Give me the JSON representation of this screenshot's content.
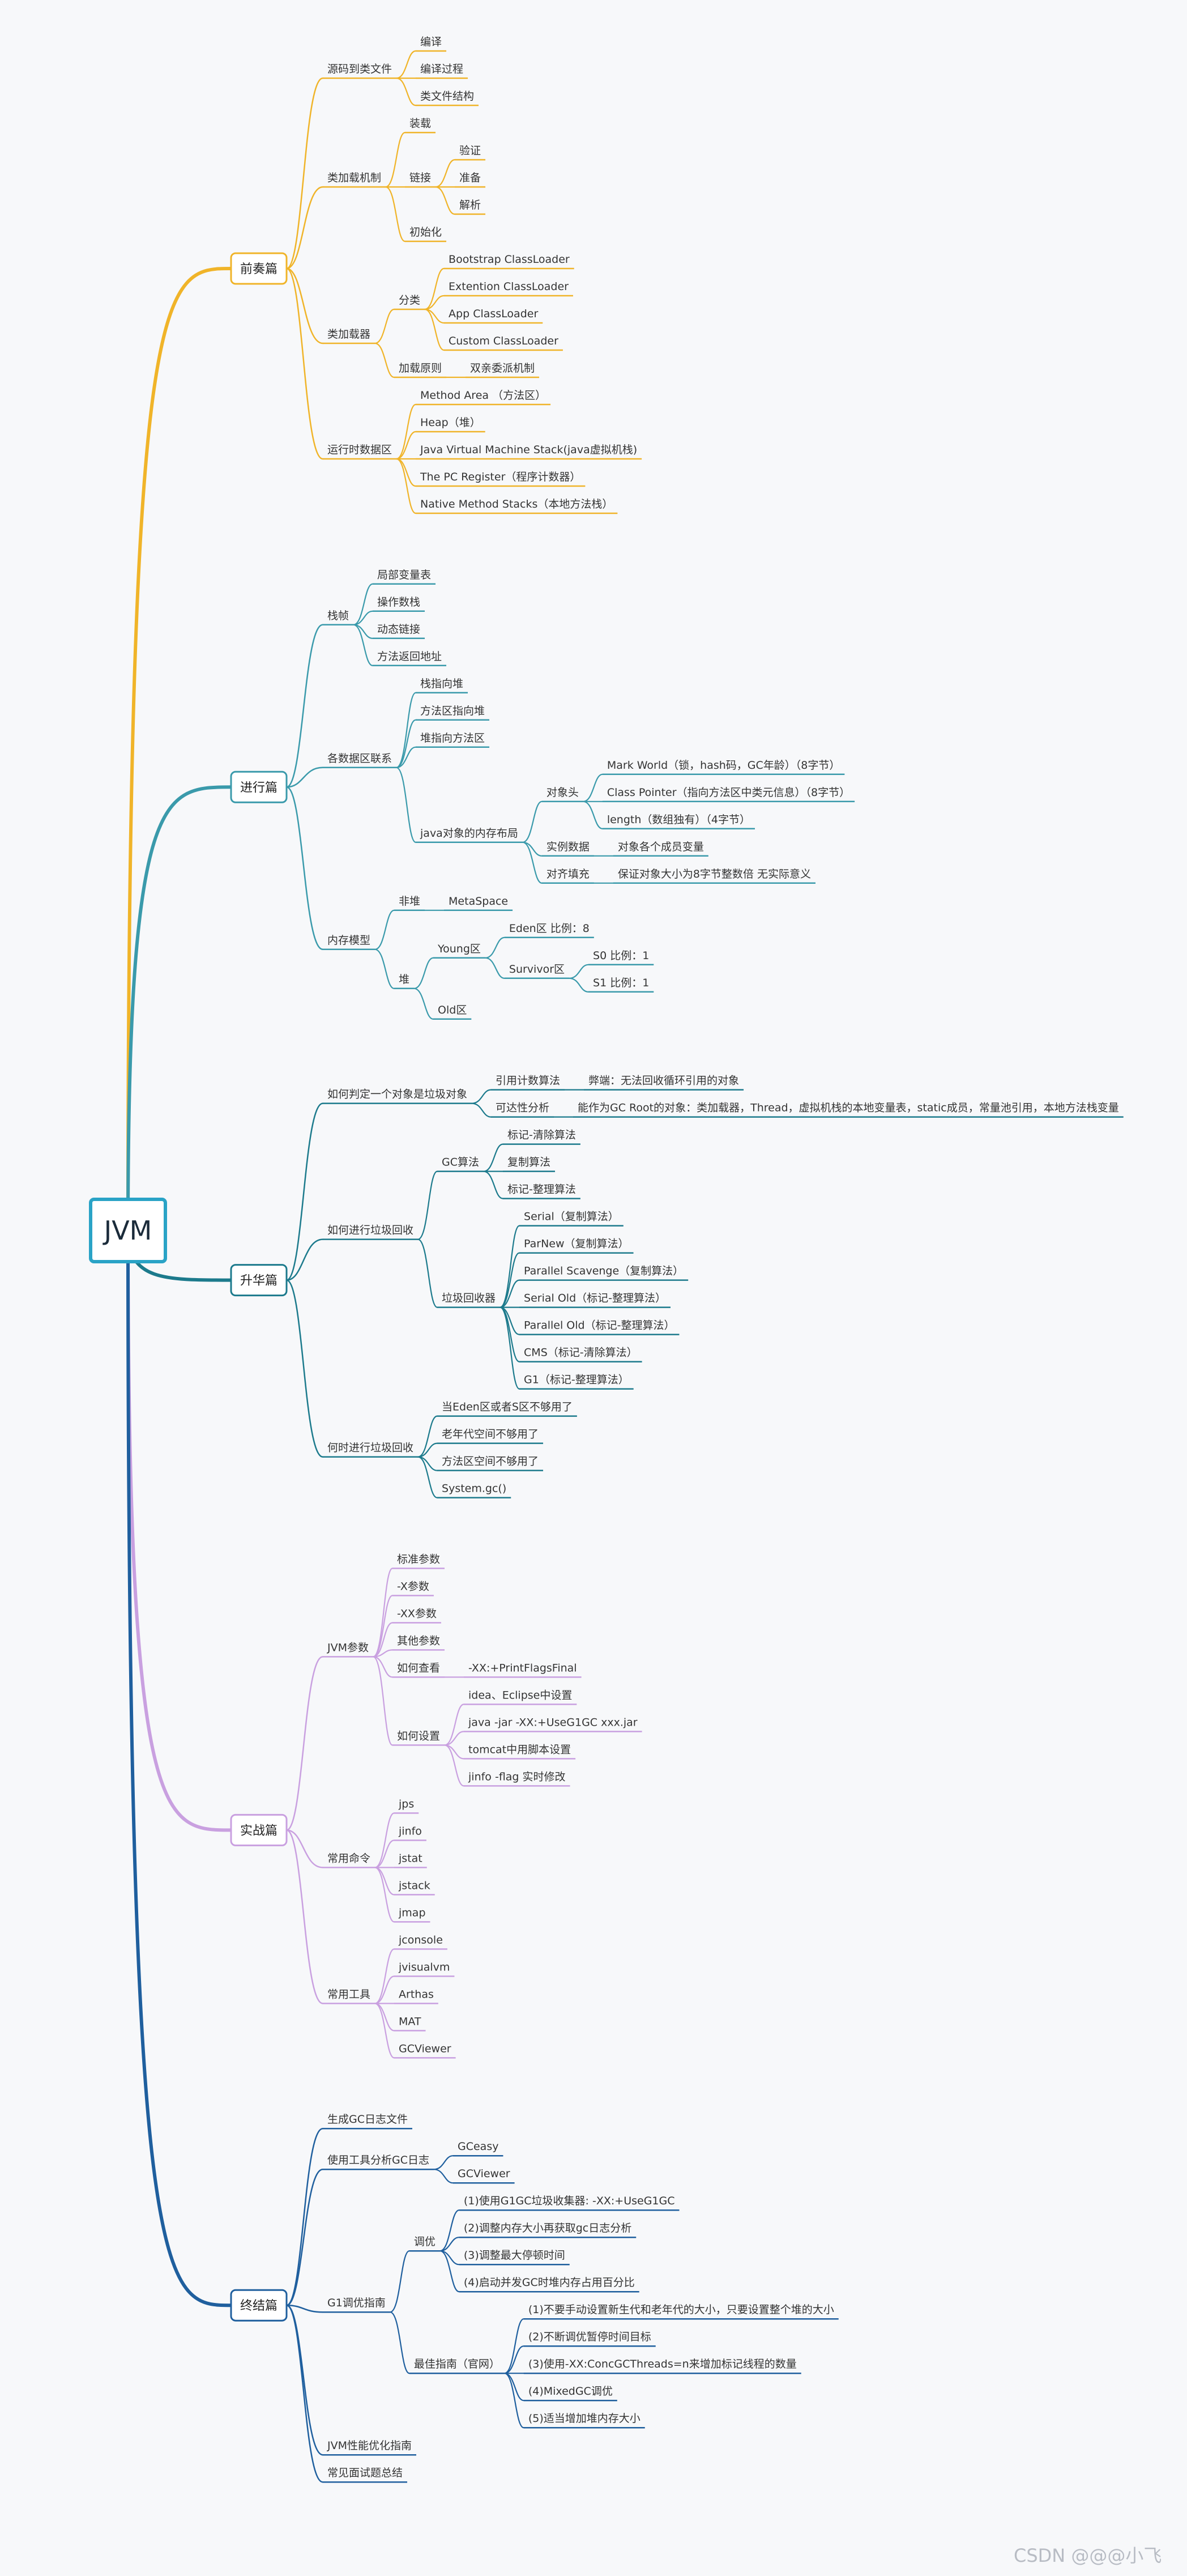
{
  "colors": {
    "root": "#2aa3c6",
    "branches": [
      "#f0b429",
      "#3a9aab",
      "#1c7a8c",
      "#c9a0e0",
      "#1f5f9e"
    ]
  },
  "root": "JVM",
  "branches": [
    {
      "label": "前奏篇",
      "children": [
        {
          "label": "源码到类文件",
          "children": [
            {
              "label": "编译"
            },
            {
              "label": "编译过程"
            },
            {
              "label": "类文件结构"
            }
          ]
        },
        {
          "label": "类加载机制",
          "children": [
            {
              "label": "装载"
            },
            {
              "label": "链接",
              "children": [
                {
                  "label": "验证"
                },
                {
                  "label": "准备"
                },
                {
                  "label": "解析"
                }
              ]
            },
            {
              "label": "初始化"
            }
          ]
        },
        {
          "label": "类加载器",
          "children": [
            {
              "label": "分类",
              "children": [
                {
                  "label": "Bootstrap ClassLoader"
                },
                {
                  "label": "Extention ClassLoader"
                },
                {
                  "label": "App ClassLoader"
                },
                {
                  "label": "Custom ClassLoader"
                }
              ]
            },
            {
              "label": "加载原则",
              "children": [
                {
                  "label": "双亲委派机制"
                }
              ]
            }
          ]
        },
        {
          "label": "运行时数据区",
          "children": [
            {
              "label": "Method Area （方法区）"
            },
            {
              "label": "Heap（堆）"
            },
            {
              "label": "Java Virtual Machine Stack(java虚拟机栈)"
            },
            {
              "label": "The PC Register（程序计数器）"
            },
            {
              "label": "Native Method Stacks（本地方法栈）"
            }
          ]
        }
      ]
    },
    {
      "label": "进行篇",
      "children": [
        {
          "label": "栈帧",
          "children": [
            {
              "label": "局部变量表"
            },
            {
              "label": "操作数栈"
            },
            {
              "label": "动态链接"
            },
            {
              "label": "方法返回地址"
            }
          ]
        },
        {
          "label": "各数据区联系",
          "children": [
            {
              "label": "栈指向堆"
            },
            {
              "label": "方法区指向堆"
            },
            {
              "label": "堆指向方法区"
            },
            {
              "label": "java对象的内存布局",
              "children": [
                {
                  "label": "对象头",
                  "children": [
                    {
                      "label": "Mark World（锁，hash码，GC年龄）（8字节）"
                    },
                    {
                      "label": "Class Pointer（指向方法区中类元信息）（8字节）"
                    },
                    {
                      "label": "length（数组独有）（4字节）"
                    }
                  ]
                },
                {
                  "label": "实例数据",
                  "children": [
                    {
                      "label": "对象各个成员变量"
                    }
                  ]
                },
                {
                  "label": "对齐填充",
                  "children": [
                    {
                      "label": "保证对象大小为8字节整数倍 无实际意义"
                    }
                  ]
                }
              ]
            }
          ]
        },
        {
          "label": "内存模型",
          "children": [
            {
              "label": "非堆",
              "children": [
                {
                  "label": "MetaSpace"
                }
              ]
            },
            {
              "label": "堆",
              "children": [
                {
                  "label": "Young区",
                  "children": [
                    {
                      "label": "Eden区 比例：8"
                    },
                    {
                      "label": "Survivor区",
                      "children": [
                        {
                          "label": "S0 比例：1"
                        },
                        {
                          "label": "S1 比例：1"
                        }
                      ]
                    }
                  ]
                },
                {
                  "label": "Old区"
                }
              ]
            }
          ]
        }
      ]
    },
    {
      "label": "升华篇",
      "children": [
        {
          "label": "如何判定一个对象是垃圾对象",
          "children": [
            {
              "label": "引用计数算法",
              "children": [
                {
                  "label": "弊端：无法回收循环引用的对象"
                }
              ]
            },
            {
              "label": "可达性分析",
              "children": [
                {
                  "label": "能作为GC Root的对象：类加载器，Thread，虚拟机栈的本地变量表，static成员，常量池引用，本地方法栈变量"
                }
              ]
            }
          ]
        },
        {
          "label": "如何进行垃圾回收",
          "children": [
            {
              "label": "GC算法",
              "children": [
                {
                  "label": "标记-清除算法"
                },
                {
                  "label": "复制算法"
                },
                {
                  "label": "标记-整理算法"
                }
              ]
            },
            {
              "label": "垃圾回收器",
              "children": [
                {
                  "label": "Serial（复制算法）"
                },
                {
                  "label": "ParNew（复制算法）"
                },
                {
                  "label": "Parallel Scavenge（复制算法）"
                },
                {
                  "label": "Serial Old（标记-整理算法）"
                },
                {
                  "label": "Parallel Old（标记-整理算法）"
                },
                {
                  "label": "CMS（标记-清除算法）"
                },
                {
                  "label": "G1（标记-整理算法）"
                }
              ]
            }
          ]
        },
        {
          "label": "何时进行垃圾回收",
          "children": [
            {
              "label": "当Eden区或者S区不够用了"
            },
            {
              "label": "老年代空间不够用了"
            },
            {
              "label": "方法区空间不够用了"
            },
            {
              "label": "System.gc()"
            }
          ]
        }
      ]
    },
    {
      "label": "实战篇",
      "children": [
        {
          "label": "JVM参数",
          "children": [
            {
              "label": "标准参数"
            },
            {
              "label": "-X参数"
            },
            {
              "label": "-XX参数"
            },
            {
              "label": "其他参数"
            },
            {
              "label": "如何查看",
              "children": [
                {
                  "label": "-XX:+PrintFlagsFinal"
                }
              ]
            },
            {
              "label": "如何设置",
              "children": [
                {
                  "label": "idea、Eclipse中设置"
                },
                {
                  "label": "java -jar -XX:+UseG1GC xxx.jar"
                },
                {
                  "label": "tomcat中用脚本设置"
                },
                {
                  "label": "jinfo -flag 实时修改"
                }
              ]
            }
          ]
        },
        {
          "label": "常用命令",
          "children": [
            {
              "label": "jps"
            },
            {
              "label": "jinfo"
            },
            {
              "label": "jstat"
            },
            {
              "label": "jstack"
            },
            {
              "label": "jmap"
            }
          ]
        },
        {
          "label": "常用工具",
          "children": [
            {
              "label": "jconsole"
            },
            {
              "label": "jvisualvm"
            },
            {
              "label": "Arthas"
            },
            {
              "label": "MAT"
            },
            {
              "label": "GCViewer"
            }
          ]
        }
      ]
    },
    {
      "label": "终结篇",
      "children": [
        {
          "label": "生成GC日志文件"
        },
        {
          "label": "使用工具分析GC日志",
          "children": [
            {
              "label": "GCeasy"
            },
            {
              "label": "GCViewer"
            }
          ]
        },
        {
          "label": "G1调优指南",
          "children": [
            {
              "label": "调优",
              "children": [
                {
                  "label": "(1)使用G1GC垃圾收集器: -XX:+UseG1GC"
                },
                {
                  "label": "(2)调整内存大小再获取gc日志分析"
                },
                {
                  "label": "(3)调整最大停顿时间"
                },
                {
                  "label": "(4)启动并发GC时堆内存占用百分比"
                }
              ]
            },
            {
              "label": "最佳指南（官网）",
              "children": [
                {
                  "label": "(1)不要手动设置新生代和老年代的大小，只要设置整个堆的大小"
                },
                {
                  "label": "(2)不断调优暂停时间目标"
                },
                {
                  "label": "(3)使用-XX:ConcGCThreads=n来增加标记线程的数量"
                },
                {
                  "label": "(4)MixedGC调优"
                },
                {
                  "label": "(5)适当增加堆内存大小"
                }
              ]
            }
          ]
        },
        {
          "label": "JVM性能优化指南"
        },
        {
          "label": "常见面试题总结"
        }
      ]
    }
  ],
  "watermark": "CSDN @@@小飞"
}
